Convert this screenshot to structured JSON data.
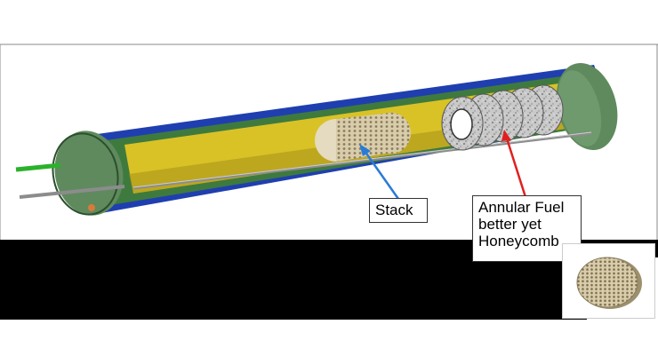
{
  "labels": {
    "stack": "Stack",
    "fuel_line1": "Annular Fuel",
    "fuel_line2": "better yet",
    "fuel_line3": "Honeycomb"
  },
  "colors": {
    "outer_casing": "#1f3fb0",
    "inner_liner": "#3e7a3e",
    "shield": "#d9c226",
    "end_cap": "#5f8a5e",
    "stack": "#d8ccaa",
    "fuel": "#b8b8b8",
    "arrow_stack": "#2a7bd6",
    "arrow_fuel": "#e02020",
    "inlet_pipe": "#2ab22a",
    "black_band": "#000000"
  }
}
